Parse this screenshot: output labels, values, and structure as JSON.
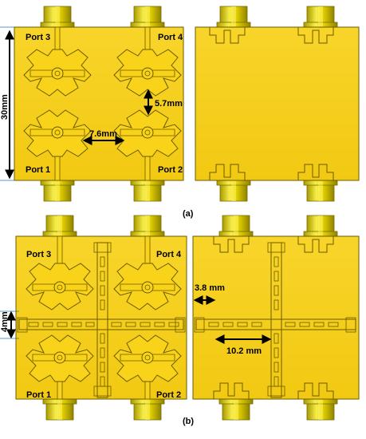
{
  "figure": {
    "panel_a": {
      "caption": "(a)",
      "ports": [
        "Port 3",
        "Port 4",
        "Port 1",
        "Port 2"
      ],
      "dim_height": "30mm",
      "dim_vertical_gap": "5.7mm",
      "dim_horizontal_gap": "7.6mm"
    },
    "panel_b": {
      "caption": "(b)",
      "ports": [
        "Port 3",
        "Port 4",
        "Port 1",
        "Port 2"
      ],
      "dim_slot_width": "4mm",
      "dim_offset": "3.8 mm",
      "dim_slot_length": "10.2 mm"
    },
    "colors": {
      "board": "#f9d41a",
      "board_dark": "#b59600",
      "connector": "#d8c600",
      "connector_light": "#f4ec3a",
      "outline": "#6b5a00",
      "dim_arrow": "#000000",
      "dim_edge_blue": "#2f6fb7"
    }
  }
}
